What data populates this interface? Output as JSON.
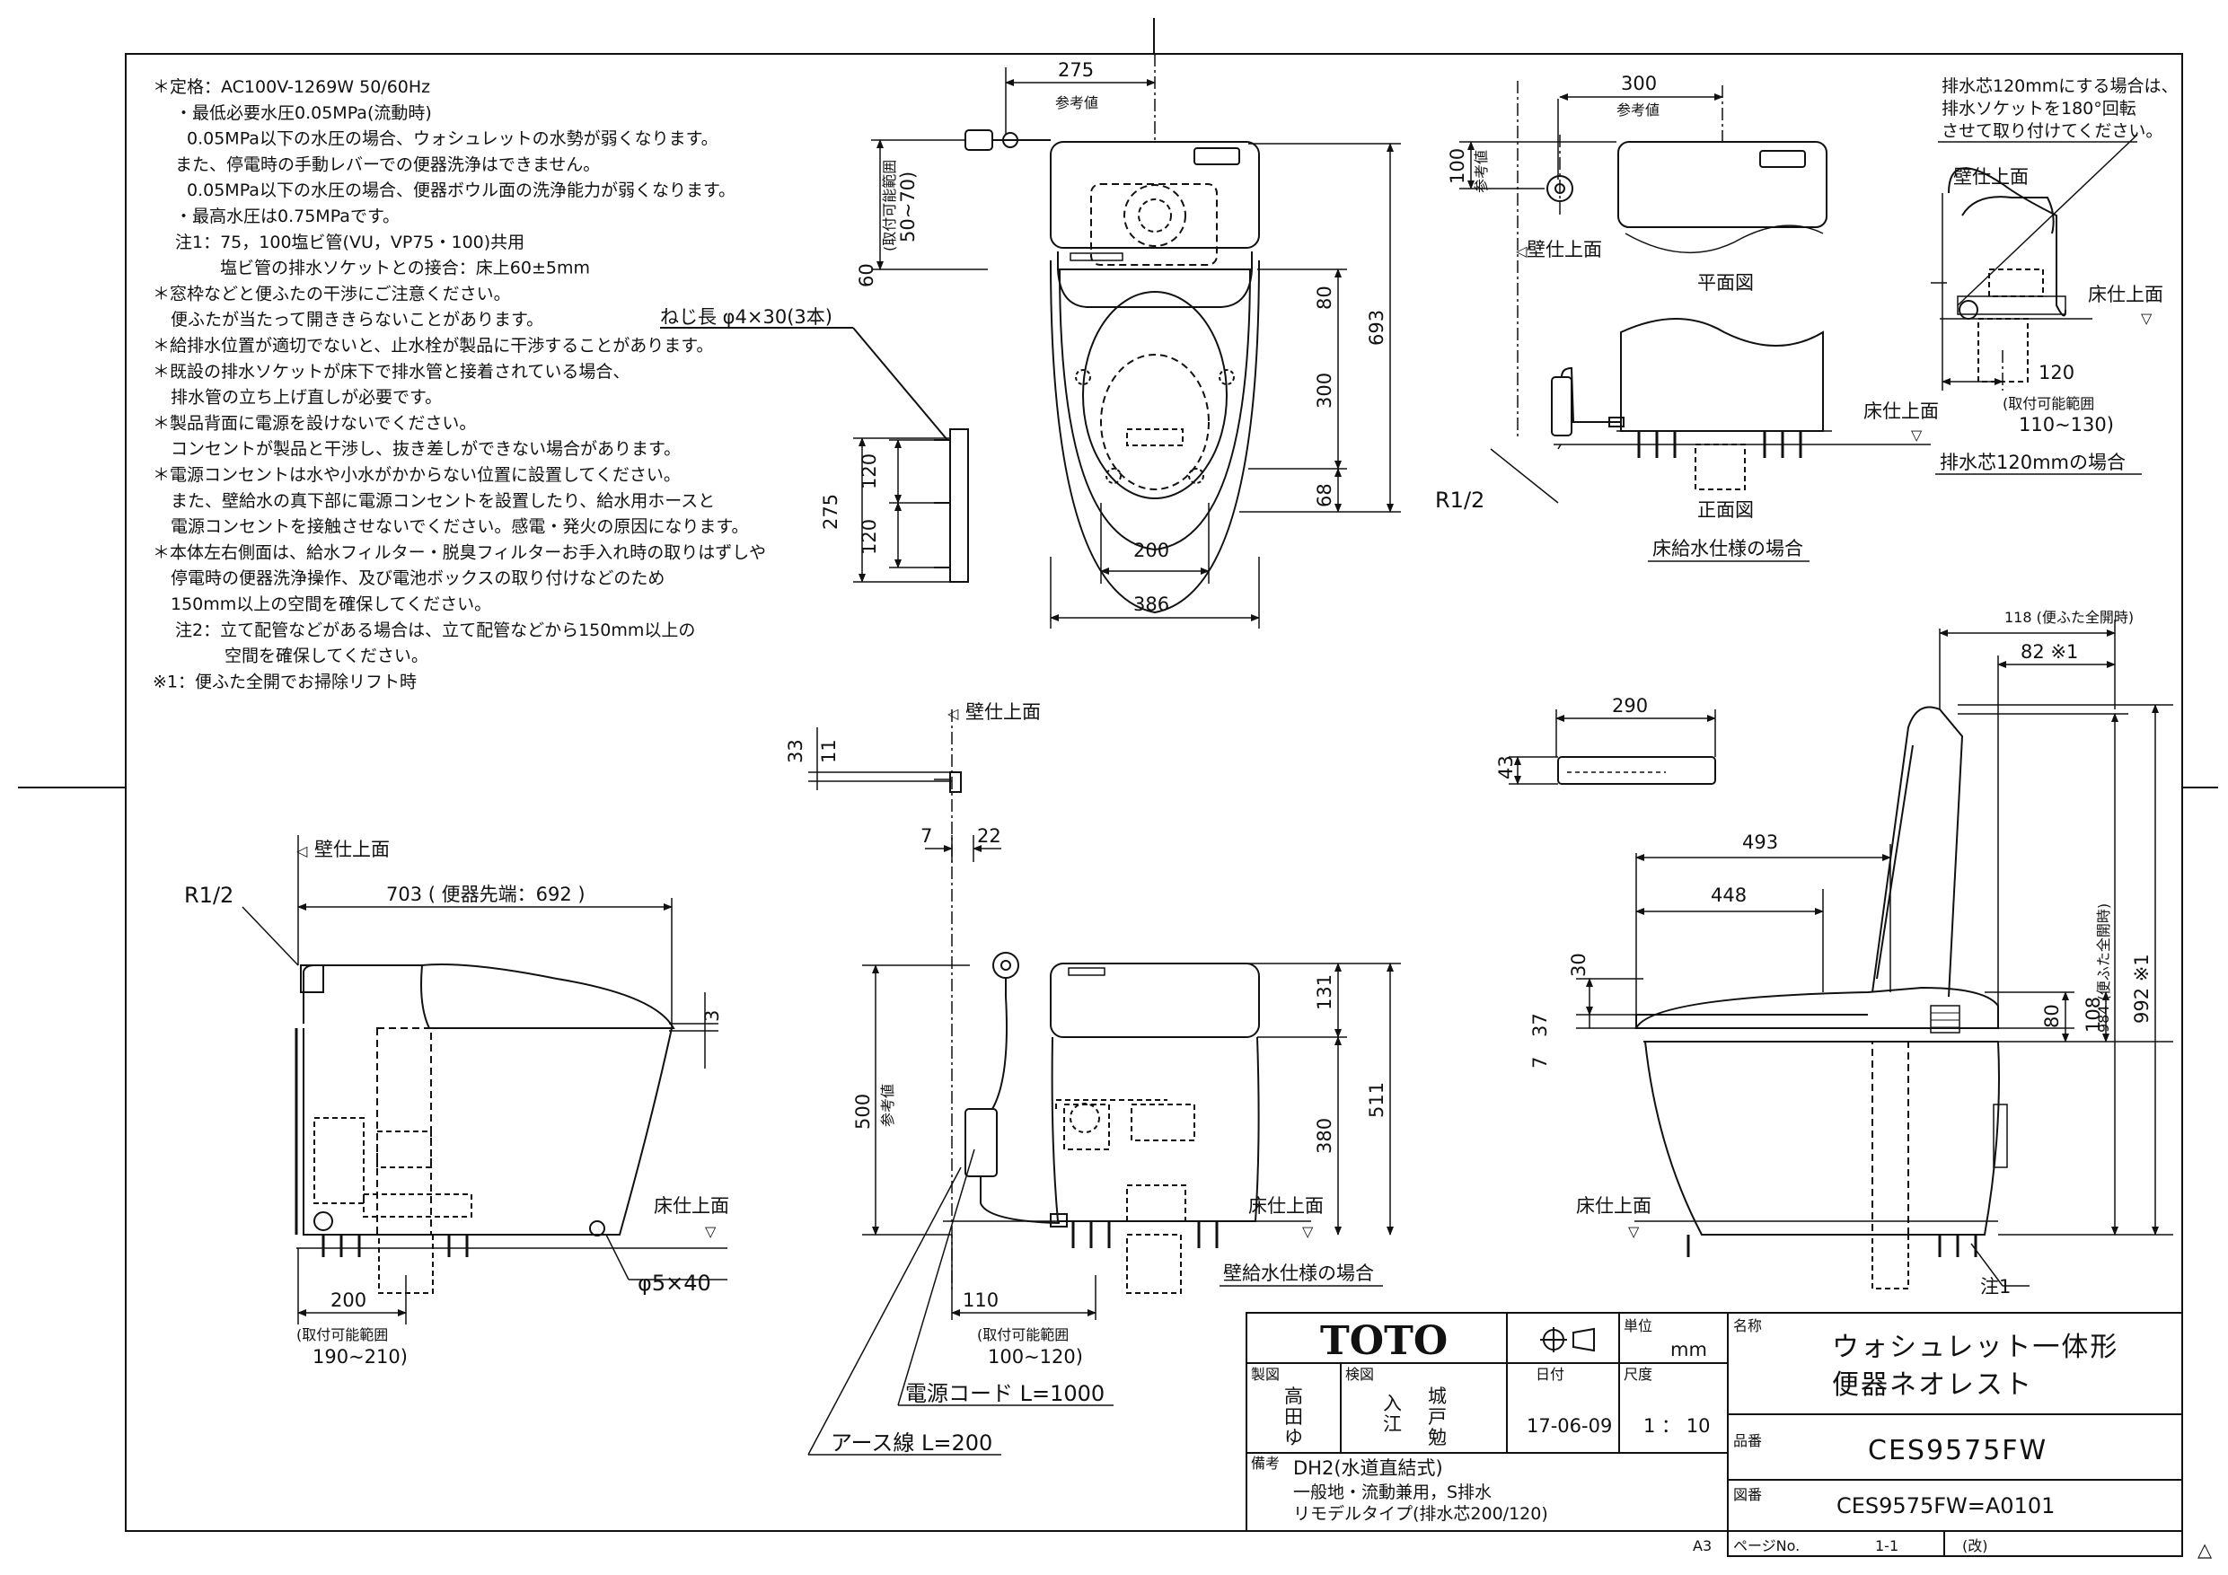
{
  "drawing": {
    "corner_mark": "△"
  },
  "notes": [
    "＊定格：AC100V-1269W  50/60Hz",
    "・最低必要水圧0.05MPa(流動時)",
    "0.05MPa以下の水圧の場合、ウォシュレットの水勢が弱くなります。",
    "また、停電時の手動レバーでの便器洗浄はできません。",
    "0.05MPa以下の水圧の場合、便器ボウル面の洗浄能力が弱くなります。",
    "・最高水圧は0.75MPaです。",
    "注1：75，100塩ビ管(VU，VP75・100)共用",
    "塩ビ管の排水ソケットとの接合：床上60±5mm",
    "＊窓枠などと便ふたの干渉にご注意ください。",
    "便ふたが当たって開ききらないことがあります。",
    "＊給排水位置が適切でないと、止水栓が製品に干渉することがあります。",
    "＊既設の排水ソケットが床下で排水管と接着されている場合、",
    "排水管の立ち上げ直しが必要です。",
    "＊製品背面に電源を設けないでください。",
    "コンセントが製品と干渉し、抜き差しができない場合があります。",
    "＊電源コンセントは水や小水がかからない位置に設置してください。",
    "また、壁給水の真下部に電源コンセントを設置したり、給水用ホースと",
    "電源コンセントを接触させないでください。感電・発火の原因になります。",
    "＊本体左右側面は、給水フィルター・脱臭フィルターお手入れ時の取りはずしや",
    "停電時の便器洗浄操作、及び電池ボックスの取り付けなどのため",
    "150mm以上の空間を確保してください。",
    "注2：立て配管などがある場合は、立て配管などから150mm以上の",
    "空間を確保してください。",
    "※1：便ふた全開でお掃除リフト時"
  ],
  "labels": {
    "screw_note": "ねじ長  φ4×30(3本)",
    "ref_value": "参考値",
    "wall_surface": "壁仕上面",
    "floor_surface": "床仕上面",
    "plan_view": "平面図",
    "front_view": "正面図",
    "floor_supply_case": "床給水仕様の場合",
    "wall_supply_case": "壁給水仕様の場合",
    "drain_rotate_note": [
      "排水芯120mmにする場合は、",
      "排水ソケットを180°回転",
      "させて取り付けてください。"
    ],
    "drain120_case": "排水芯120mmの場合",
    "install_range": "(取付可能範囲",
    "range_110_130": "110~130)",
    "range_50_70": "(取付可能範囲",
    "range_50_70b": "50~70)",
    "range_190_210": "190~210)",
    "range_100_120": "100~120)",
    "r12": "R1/2",
    "power_cord": "電源コード  L=1000",
    "earth_wire": "アース線  L=200",
    "anchor": "φ5×40",
    "note1": "注1",
    "lid_open_118": "118 (便ふた全開時)",
    "d82": "82 ※1",
    "d703": "703 ( 便器先端：692 )",
    "h984": "984 (便ふた全開時)",
    "h992": "992 ※1"
  },
  "dimensions": {
    "d275": "275",
    "d60": "60",
    "d80": "80",
    "d693": "693",
    "d300": "300",
    "d68": "68",
    "d200": "200",
    "d386": "386",
    "d120": "120",
    "d100": "100",
    "d33": "33",
    "d11": "11",
    "d7": "7",
    "d22": "22",
    "d3": "3",
    "d131": "131",
    "d511": "511",
    "d380": "380",
    "d500": "500",
    "d110": "110",
    "d290": "290",
    "d43": "43",
    "d493": "493",
    "d448": "448",
    "d30": "30",
    "d37": "37",
    "d108": "108"
  },
  "title_block": {
    "logo": "TOTO",
    "unit_label": "単位",
    "unit": "mm",
    "name_label": "名称",
    "name_line1": "ウォシュレット一体形",
    "name_line2": "便器ネオレスト",
    "drawn_label": "製図",
    "drawn_by": [
      "高",
      "田",
      "ゆ"
    ],
    "checked_label": "検図",
    "checked_by": [
      "入",
      "江",
      "城",
      "戸",
      "勉"
    ],
    "date_label": "日付",
    "date": "17-06-09",
    "scale_label": "尺度",
    "scale": "1 ： 10",
    "part_label": "品番",
    "part_no": "CES9575FW",
    "dwg_label": "図番",
    "dwg_no": "CES9575FW=A0101",
    "remarks_label": "備考",
    "remarks": [
      "DH2(水道直結式)",
      "一般地・流動兼用，S排水",
      "リモデルタイプ(排水芯200/120)"
    ],
    "sheet": "A3",
    "page_label": "ページNo.",
    "page": "1-1",
    "rev": "(改)"
  }
}
